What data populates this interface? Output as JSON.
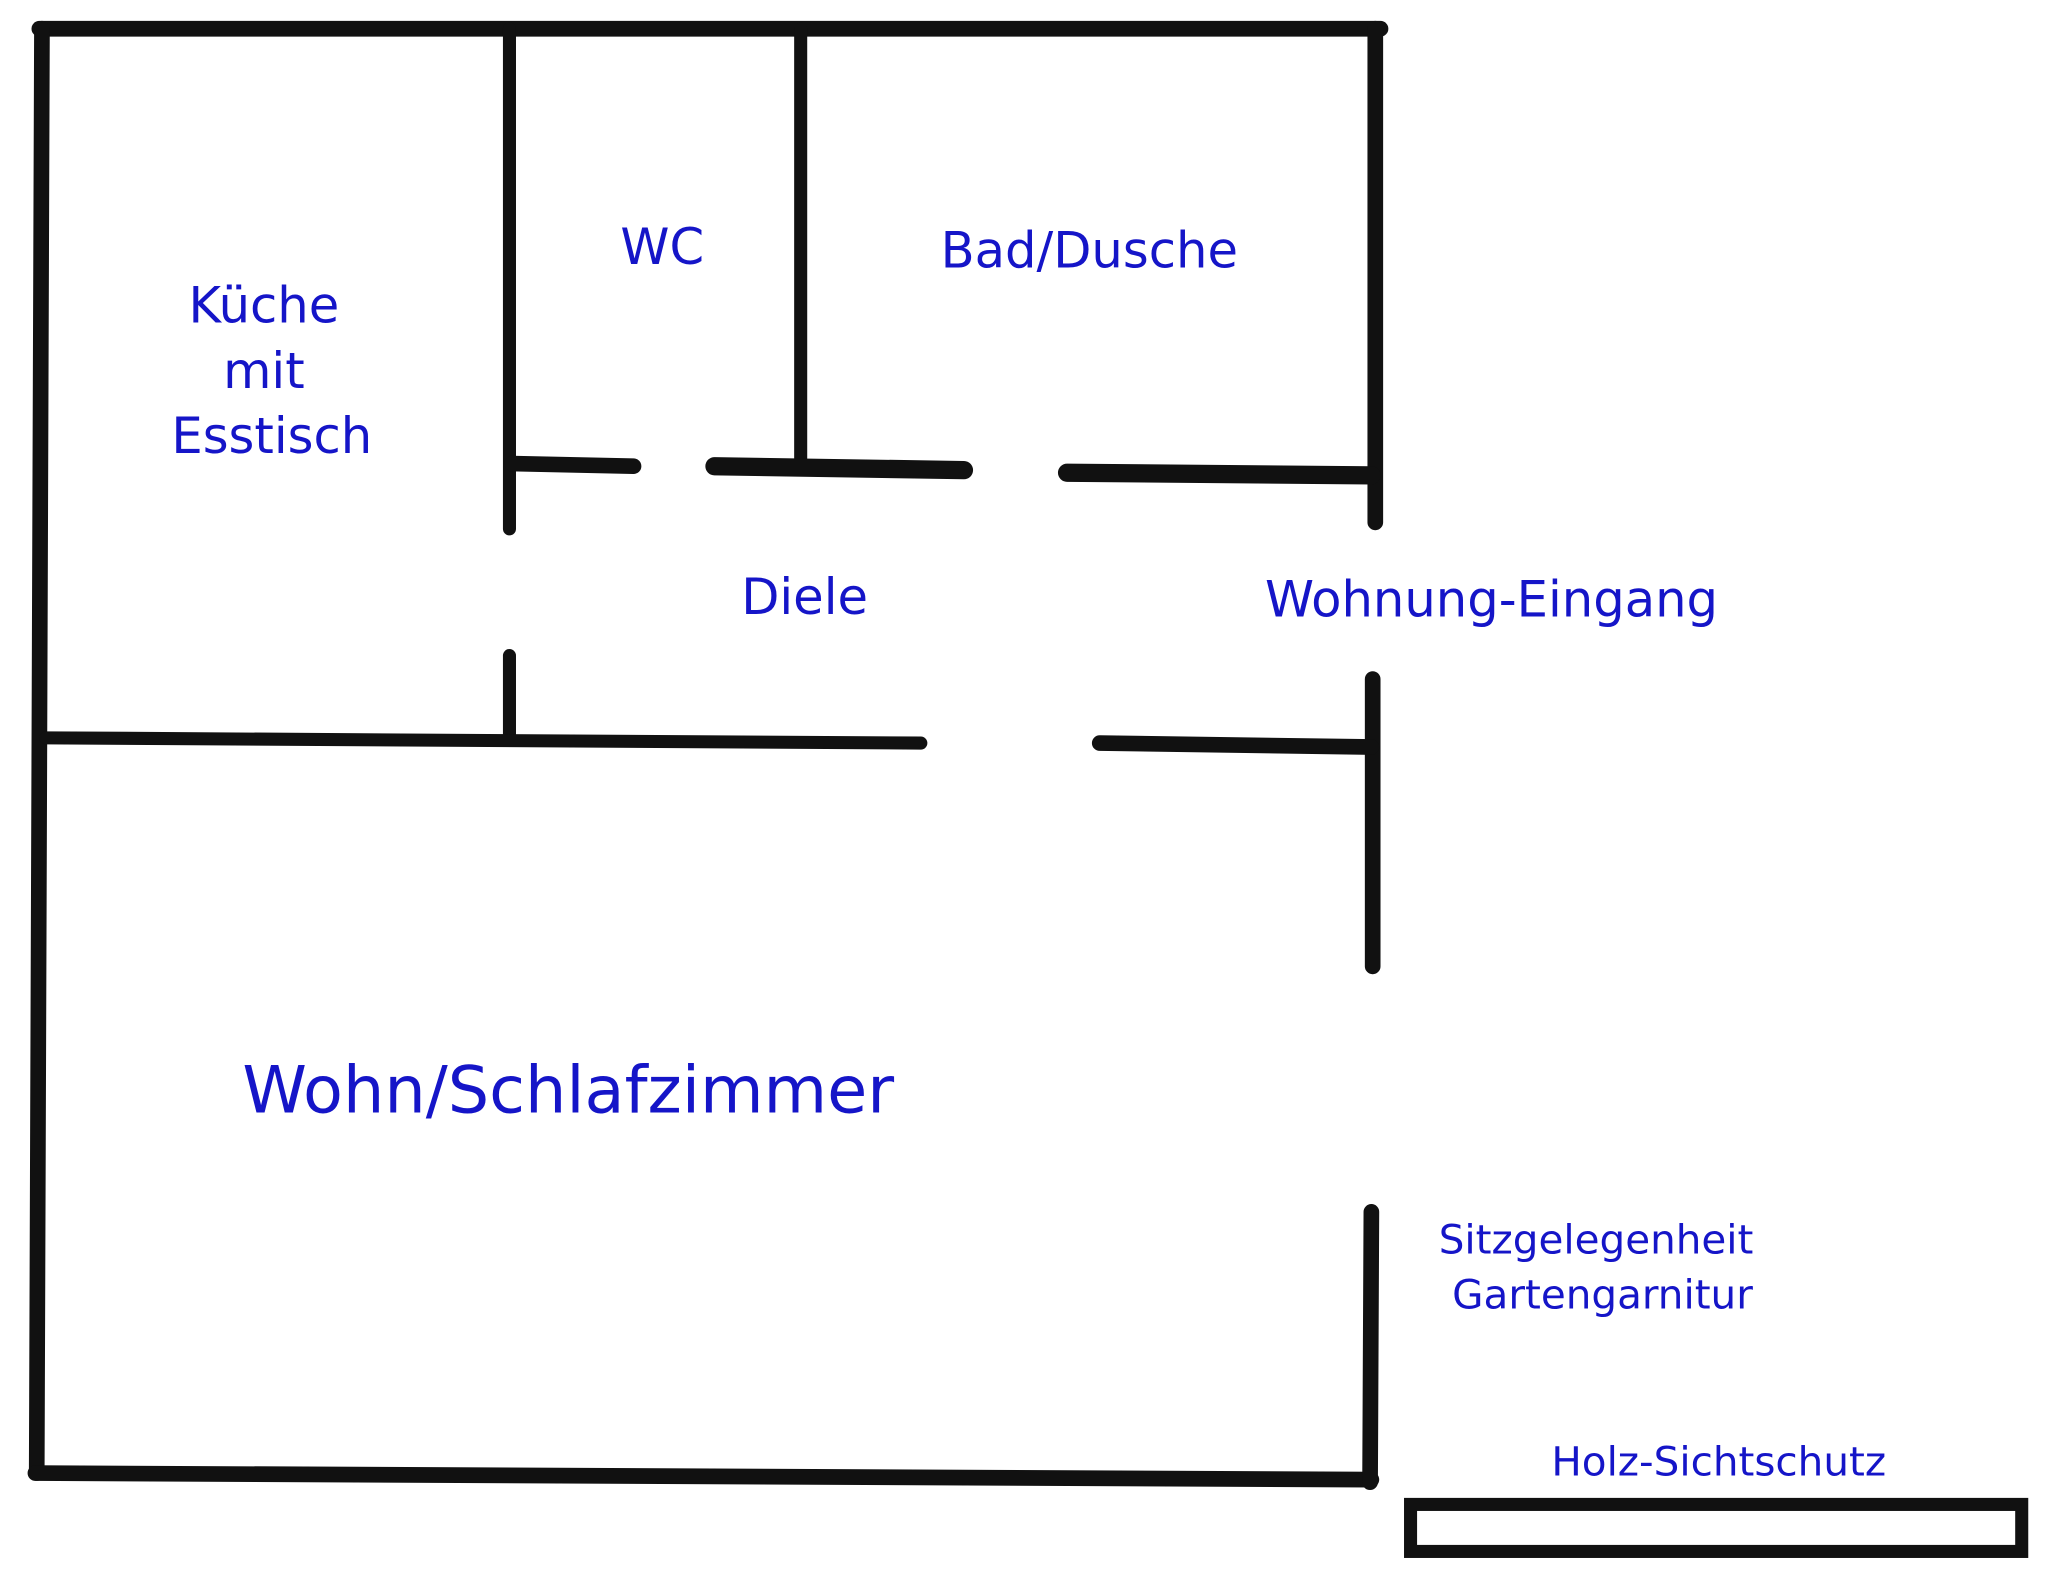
{
  "colors": {
    "wall": "#111111",
    "label": "#1515c8",
    "background": "#ffffff"
  },
  "rooms": {
    "kitchen": [
      "Küche",
      "mit",
      "Esstisch"
    ],
    "wc": "WC",
    "bath": "Bad/Dusche",
    "hall": "Diele",
    "entrance": "Wohnung-Eingang",
    "living": "Wohn/Schlafzimmer",
    "seating": [
      "Sitzgelegenheit",
      "Gartengarnitur"
    ],
    "screen": "Holz-Sichtschutz"
  }
}
